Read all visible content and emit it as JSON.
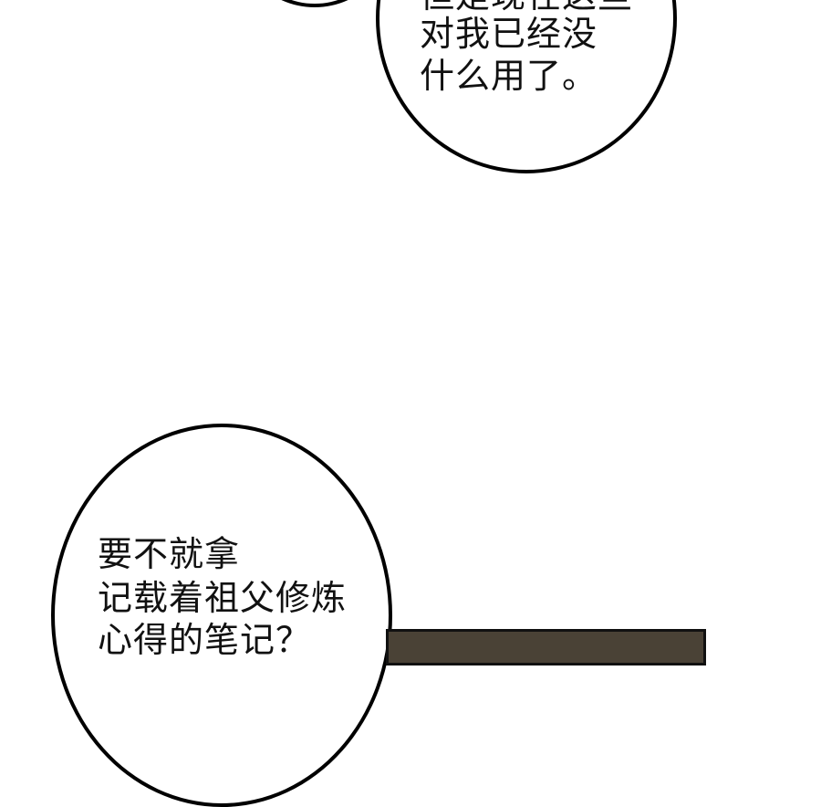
{
  "bubbles": [
    {
      "lines": [
        "但是现在这些",
        "对我已经没",
        "什么用了。"
      ]
    },
    {
      "lines": [
        "要不就拿",
        "记载着祖父修炼",
        "心得的笔记？"
      ]
    }
  ],
  "colors": {
    "panel": "#4a4236",
    "ink": "#000000",
    "background": "#ffffff"
  }
}
